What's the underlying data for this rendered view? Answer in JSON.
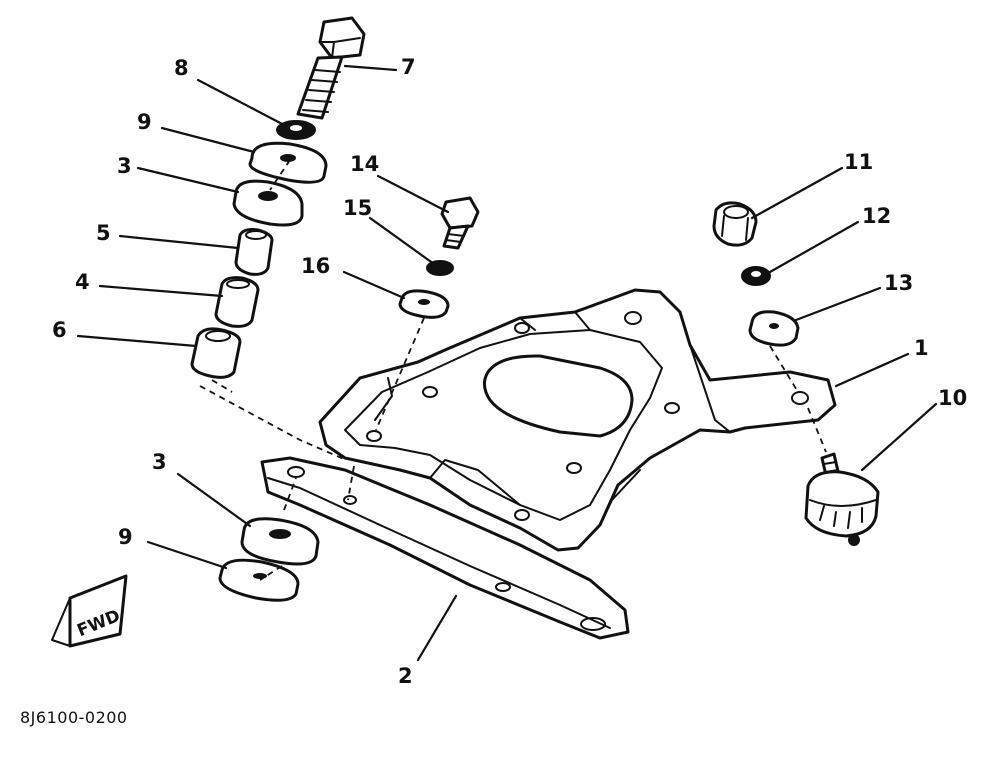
{
  "diagram": {
    "drawing_code": "8J6100-0200",
    "fwd_label": "FWD",
    "callouts": {
      "c1": "1",
      "c2": "2",
      "c3_top": "3",
      "c3_bottom": "3",
      "c4": "4",
      "c5": "5",
      "c6": "6",
      "c7": "7",
      "c8": "8",
      "c9_top": "9",
      "c9_bottom": "9",
      "c10": "10",
      "c11": "11",
      "c12": "12",
      "c13": "13",
      "c14": "14",
      "c15": "15",
      "c16": "16"
    }
  }
}
